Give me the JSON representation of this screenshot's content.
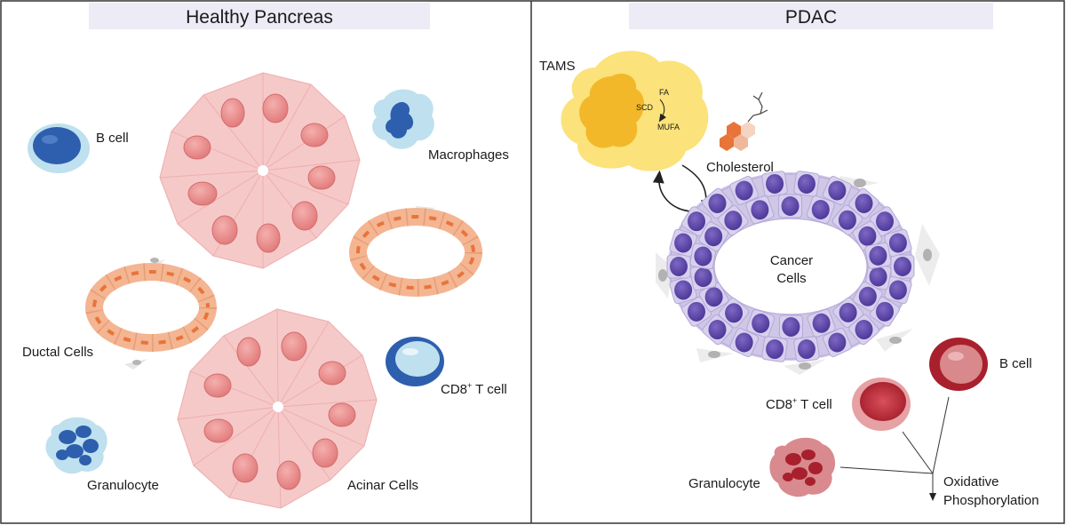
{
  "left_panel": {
    "title": "Healthy Pancreas",
    "labels": {
      "b_cell": "B cell",
      "macrophages": "Macrophages",
      "ductal_cells": "Ductal Cells",
      "cd8_t_cell_base": "CD8",
      "cd8_t_cell_sup": "+",
      "cd8_t_cell_tail": " T cell",
      "granulocyte": "Granulocyte",
      "acinar_cells": "Acinar Cells"
    }
  },
  "right_panel": {
    "title": "PDAC",
    "labels": {
      "tams": "TAMS",
      "fa": "FA",
      "scd": "SCD",
      "mufa": "MUFA",
      "cholesterol": "Cholesterol",
      "cancer_line1": "Cancer",
      "cancer_line2": "Cells",
      "b_cell": "B cell",
      "cd8_t_cell_base": "CD8",
      "cd8_t_cell_sup": "+",
      "cd8_t_cell_tail": " T cell",
      "granulocyte": "Granulocyte",
      "oxphos_line1": "Oxidative",
      "oxphos_line2": "Phosphorylation"
    }
  },
  "colors": {
    "header_band": "#ecebf6",
    "acinar_cell": "#f6c9c9",
    "acinar_nucleus": "#e98b8b",
    "duct_cell": "#f4b592",
    "duct_nucleus": "#e8743a",
    "b_cell_blue": "#2e5fae",
    "b_cell_halo": "#bfe0ee",
    "macrophage_blue": "#2e5fae",
    "tams_yellow": "#fbe27a",
    "tams_core": "#f2b82a",
    "cancer_lilac": "#cfc7e6",
    "cancer_nucleus": "#5b45a8",
    "immune_red": "#b8303c",
    "immune_pink": "#d98a8e"
  }
}
